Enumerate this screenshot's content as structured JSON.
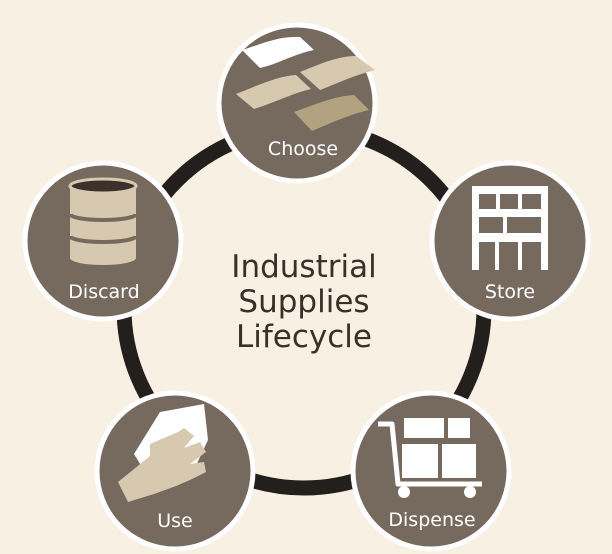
{
  "title": {
    "line1": "Industrial",
    "line2": "Supplies",
    "line3": "Lifecycle"
  },
  "nodes": [
    {
      "label": "Choose",
      "icon": "fabric-swatches-icon"
    },
    {
      "label": "Store",
      "icon": "shelving-rack-icon"
    },
    {
      "label": "Dispense",
      "icon": "hand-cart-icon"
    },
    {
      "label": "Use",
      "icon": "glove-wiping-cloth-icon"
    },
    {
      "label": "Discard",
      "icon": "drum-barrel-icon"
    }
  ],
  "colors": {
    "background": "#f8f0e2",
    "ring": "#231f1d",
    "node_fill": "#766a5e",
    "node_border": "#ffffff",
    "icon_light": "#ffffff",
    "icon_beige": "#d7c9b0",
    "icon_tan": "#b3a27f",
    "title_text": "#3b2f28"
  }
}
